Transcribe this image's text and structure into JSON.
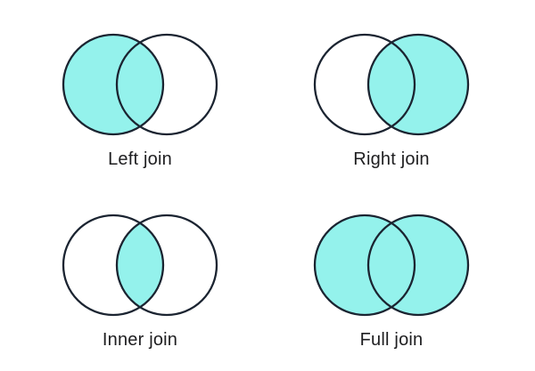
{
  "colors": {
    "venn_fill": "#94F2EC",
    "venn_stroke": "#1B2431",
    "label_text": "#1E1E20",
    "background": "#FFFFFF"
  },
  "diagrams": [
    {
      "id": "left-join",
      "label": "Left join",
      "regions": {
        "left": true,
        "intersection": true,
        "right": false
      }
    },
    {
      "id": "right-join",
      "label": "Right join",
      "regions": {
        "left": false,
        "intersection": true,
        "right": true
      }
    },
    {
      "id": "inner-join",
      "label": "Inner join",
      "regions": {
        "left": false,
        "intersection": true,
        "right": false
      }
    },
    {
      "id": "full-join",
      "label": "Full join",
      "regions": {
        "left": true,
        "intersection": true,
        "right": true
      }
    }
  ]
}
